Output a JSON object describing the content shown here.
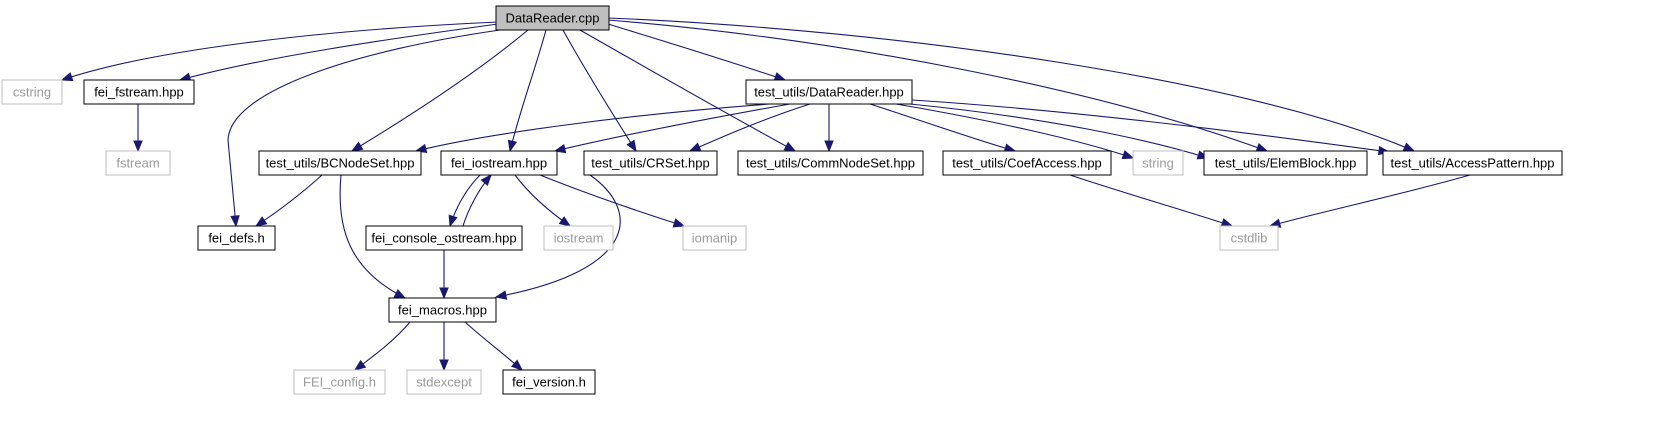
{
  "diagram": {
    "type": "include-dependency-graph",
    "edge_color": "#191970",
    "root_fill": "#bfbfbf",
    "external_stroke": "#bfbfbf",
    "nodes": [
      {
        "id": "root",
        "label": "DataReader.cpp",
        "kind": "root"
      },
      {
        "id": "cstring",
        "label": "cstring",
        "kind": "external"
      },
      {
        "id": "fstreamhpp",
        "label": "fei_fstream.hpp",
        "kind": "file"
      },
      {
        "id": "fstream",
        "label": "fstream",
        "kind": "external"
      },
      {
        "id": "tu_datareader",
        "label": "test_utils/DataReader.hpp",
        "kind": "file"
      },
      {
        "id": "bcnodeset",
        "label": "test_utils/BCNodeSet.hpp",
        "kind": "file"
      },
      {
        "id": "iostreamhpp",
        "label": "fei_iostream.hpp",
        "kind": "file"
      },
      {
        "id": "crset",
        "label": "test_utils/CRSet.hpp",
        "kind": "file"
      },
      {
        "id": "commnodeset",
        "label": "test_utils/CommNodeSet.hpp",
        "kind": "file"
      },
      {
        "id": "coefaccess",
        "label": "test_utils/CoefAccess.hpp",
        "kind": "file"
      },
      {
        "id": "string",
        "label": "string",
        "kind": "external"
      },
      {
        "id": "elemblock",
        "label": "test_utils/ElemBlock.hpp",
        "kind": "file"
      },
      {
        "id": "accesspattern",
        "label": "test_utils/AccessPattern.hpp",
        "kind": "file"
      },
      {
        "id": "defs",
        "label": "fei_defs.h",
        "kind": "file"
      },
      {
        "id": "console",
        "label": "fei_console_ostream.hpp",
        "kind": "file"
      },
      {
        "id": "iostream",
        "label": "iostream",
        "kind": "external"
      },
      {
        "id": "iomanip",
        "label": "iomanip",
        "kind": "external"
      },
      {
        "id": "cstdlib",
        "label": "cstdlib",
        "kind": "external"
      },
      {
        "id": "macros",
        "label": "fei_macros.hpp",
        "kind": "file"
      },
      {
        "id": "feiconfig",
        "label": "FEI_config.h",
        "kind": "external"
      },
      {
        "id": "stdexcept",
        "label": "stdexcept",
        "kind": "external"
      },
      {
        "id": "version",
        "label": "fei_version.h",
        "kind": "file"
      }
    ],
    "edges": [
      [
        "root",
        "cstring"
      ],
      [
        "root",
        "fstreamhpp"
      ],
      [
        "root",
        "tu_datareader"
      ],
      [
        "root",
        "bcnodeset"
      ],
      [
        "root",
        "iostreamhpp"
      ],
      [
        "root",
        "crset"
      ],
      [
        "root",
        "commnodeset"
      ],
      [
        "root",
        "elemblock"
      ],
      [
        "root",
        "accesspattern"
      ],
      [
        "root",
        "defs"
      ],
      [
        "fstreamhpp",
        "fstream"
      ],
      [
        "tu_datareader",
        "bcnodeset"
      ],
      [
        "tu_datareader",
        "iostreamhpp"
      ],
      [
        "tu_datareader",
        "crset"
      ],
      [
        "tu_datareader",
        "commnodeset"
      ],
      [
        "tu_datareader",
        "coefaccess"
      ],
      [
        "tu_datareader",
        "string"
      ],
      [
        "tu_datareader",
        "elemblock"
      ],
      [
        "tu_datareader",
        "accesspattern"
      ],
      [
        "bcnodeset",
        "defs"
      ],
      [
        "bcnodeset",
        "macros"
      ],
      [
        "iostreamhpp",
        "console"
      ],
      [
        "iostreamhpp",
        "iostream"
      ],
      [
        "iostreamhpp",
        "iomanip"
      ],
      [
        "iostreamhpp",
        "macros"
      ],
      [
        "console",
        "iostreamhpp"
      ],
      [
        "console",
        "macros"
      ],
      [
        "coefaccess",
        "cstdlib"
      ],
      [
        "accesspattern",
        "cstdlib"
      ],
      [
        "macros",
        "feiconfig"
      ],
      [
        "macros",
        "stdexcept"
      ],
      [
        "macros",
        "version"
      ]
    ]
  }
}
